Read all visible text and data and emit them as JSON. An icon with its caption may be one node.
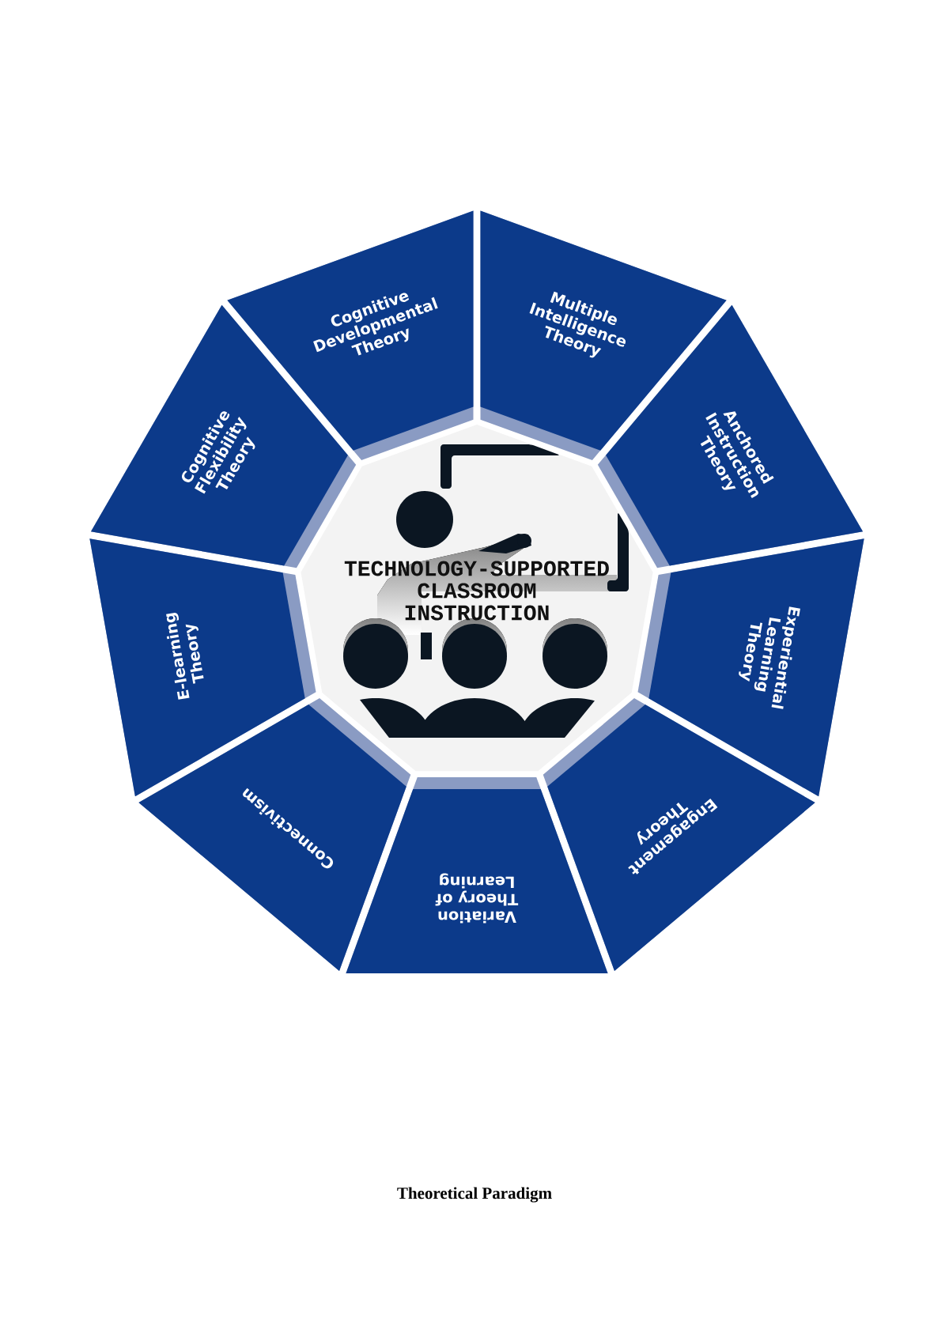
{
  "diagram": {
    "caption": "Theoretical Paradigm",
    "nodes": [
      {
        "text": [
          "Cognitive Developmental Theory"
        ]
      },
      {
        "text": [
          "Multiple Intelligence Theory"
        ]
      },
      {
        "text": [
          "Anchored Instruction Theory"
        ]
      },
      {
        "text": [
          "Experiential Learning Theory"
        ]
      },
      {
        "text": [
          "Engagement Theory"
        ]
      },
      {
        "text": [
          "Variation Theory of Learning"
        ]
      },
      {
        "text": [
          "Connectivism"
        ]
      },
      {
        "text": [
          "E-learning Theory"
        ]
      },
      {
        "text": [
          "Cognitive Flexibility Theory"
        ]
      },
      {
        "text": [
          "TECHNOLOGY-SUPPORTED CLASSROOM INSTRUCTION"
        ]
      }
    ]
  }
}
